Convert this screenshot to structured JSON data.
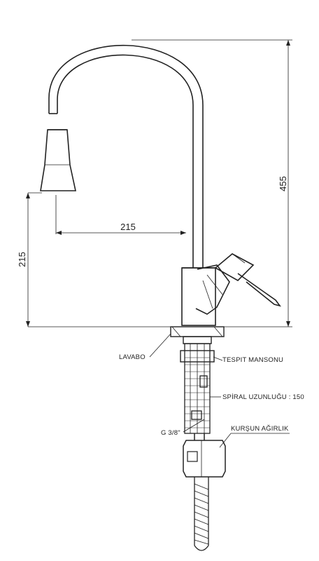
{
  "dimensions": {
    "total_height": "455",
    "reach": "215",
    "spout_height": "215"
  },
  "labels": {
    "basin": "LAVABO",
    "fixing_sleeve": "TESPIT MANSONU",
    "hose_length": "SPİRAL UZUNLUĞU : 150",
    "outlet": "G 3/8\"",
    "weight": "KURŞUN AĞIRLIK"
  }
}
